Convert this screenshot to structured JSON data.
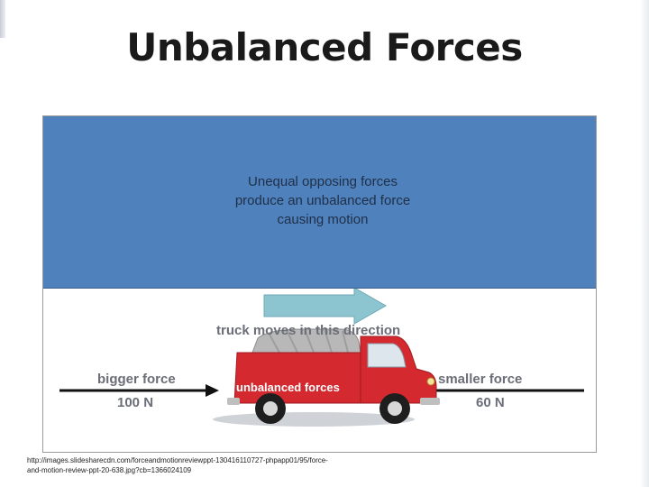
{
  "slide": {
    "title": "Unbalanced Forces"
  },
  "figure": {
    "banner_lines": [
      "Unequal opposing forces",
      "produce an unbalanced force",
      "causing motion"
    ],
    "direction_label": "truck moves in this direction",
    "left_force_label": "bigger force",
    "left_force_value": "100 N",
    "right_force_label": "smaller force",
    "right_force_value": "60 N",
    "truck_label": "unbalanced forces"
  },
  "credit": {
    "line1": "http://images.slidesharecdn.com/forceandmotionreviewppt-130416110727-phpapp01/95/force-",
    "line2": "and-motion-review-ppt-20-638.jpg?cb=1366024109"
  },
  "colors": {
    "banner": "#4f81bd",
    "arrow_fill": "#8cc4cf",
    "truck_body": "#d42a2f",
    "label_gray": "#6b6e78"
  }
}
